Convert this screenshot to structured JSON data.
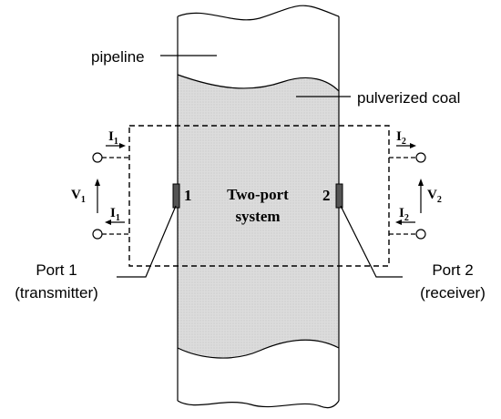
{
  "labels": {
    "pipeline": "pipeline",
    "pulverized_coal": "pulverized coal",
    "two_port_line1": "Two-port",
    "two_port_line2": "system",
    "port1_line1": "Port 1",
    "port1_line2": "(transmitter)",
    "port2_line1": "Port 2",
    "port2_line2": "(receiver)",
    "port1_number": "1",
    "port2_number": "2"
  },
  "left_port": {
    "current_top": {
      "symbol": "I",
      "subscript": "1"
    },
    "current_bottom": {
      "symbol": "I",
      "subscript": "1"
    },
    "voltage": {
      "symbol": "V",
      "subscript": "1"
    }
  },
  "right_port": {
    "current_top": {
      "symbol": "I",
      "subscript": "2"
    },
    "current_bottom": {
      "symbol": "I",
      "subscript": "2"
    },
    "voltage": {
      "symbol": "V",
      "subscript": "2"
    }
  },
  "colors": {
    "coal_fill": "#dcdcdc",
    "line": "#000000",
    "electrode": "#555555"
  }
}
